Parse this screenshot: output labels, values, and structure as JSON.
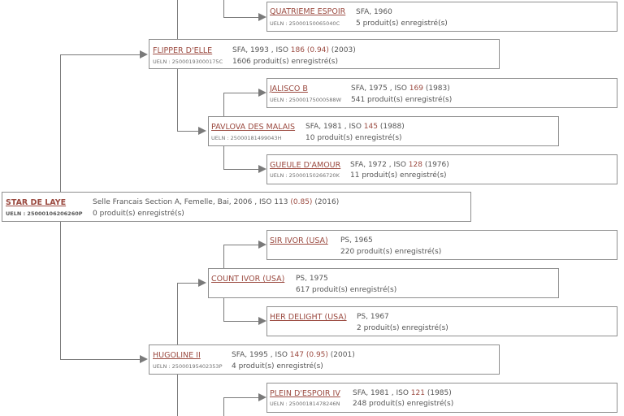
{
  "pedigree": {
    "subject": {
      "name": "STAR DE LAYE",
      "ueln": "UELN : 25000106206260P",
      "details": "Selle Francais Section A, Femelle, Bai, 2006 ,",
      "iso_label": "ISO",
      "iso_value": "113",
      "iso_coef": "(0.85)",
      "iso_year": "(2016)",
      "produits": "0 produit(s) enregistré(s)"
    },
    "sire": {
      "name": "FLIPPER D'ELLE",
      "ueln": "UELN : 25000193000175C",
      "details": "SFA, 1993 ,",
      "iso_label": "ISO",
      "iso_value": "186",
      "iso_coef": "(0.94)",
      "iso_year": "(2003)",
      "produits": "1606 produit(s) enregistré(s)"
    },
    "sire_sire_sire_dam": {
      "name": "QUATRIEME ESPOIR",
      "ueln": "UELN : 25000150065040C",
      "details": "SFA, 1960",
      "produits": "5 produit(s) enregistré(s)"
    },
    "sire_dam": {
      "name": "PAVLOVA DES MALAIS",
      "ueln": "UELN : 25000181499043H",
      "details": "SFA, 1981 ,",
      "iso_label": "ISO",
      "iso_value": "145",
      "iso_year": "(1988)",
      "produits": "10 produit(s) enregistré(s)"
    },
    "sire_dam_sire": {
      "name": "JALISCO B",
      "ueln": "UELN : 25000175000588W",
      "details": "SFA, 1975 ,",
      "iso_label": "ISO",
      "iso_value": "169",
      "iso_year": "(1983)",
      "produits": "541 produit(s) enregistré(s)"
    },
    "sire_dam_dam": {
      "name": "GUEULE D'AMOUR",
      "ueln": "UELN : 25000150266720K",
      "details": "SFA, 1972 ,",
      "iso_label": "ISO",
      "iso_value": "128",
      "iso_year": "(1976)",
      "produits": "11 produit(s) enregistré(s)"
    },
    "dam": {
      "name": "HUGOLINE II",
      "ueln": "UELN : 25000195402353P",
      "details": "SFA, 1995 ,",
      "iso_label": "ISO",
      "iso_value": "147",
      "iso_coef": "(0.95)",
      "iso_year": "(2001)",
      "produits": "4 produit(s) enregistré(s)"
    },
    "dam_sire": {
      "name": "COUNT IVOR (USA)",
      "details": "PS, 1975",
      "produits": "617 produit(s) enregistré(s)"
    },
    "dam_sire_sire": {
      "name": "SIR IVOR (USA)",
      "details": "PS, 1965",
      "produits": "220 produit(s) enregistré(s)"
    },
    "dam_sire_dam": {
      "name": "HER DELIGHT (USA)",
      "details": "PS, 1967",
      "produits": "2 produit(s) enregistré(s)"
    },
    "dam_dam_sire": {
      "name": "PLEIN D'ESPOIR IV",
      "ueln": "UELN : 25000181478246N",
      "details": "SFA, 1981 ,",
      "iso_label": "ISO",
      "iso_value": "121",
      "iso_year": "(1985)",
      "produits": "248 produit(s) enregistré(s)"
    }
  }
}
